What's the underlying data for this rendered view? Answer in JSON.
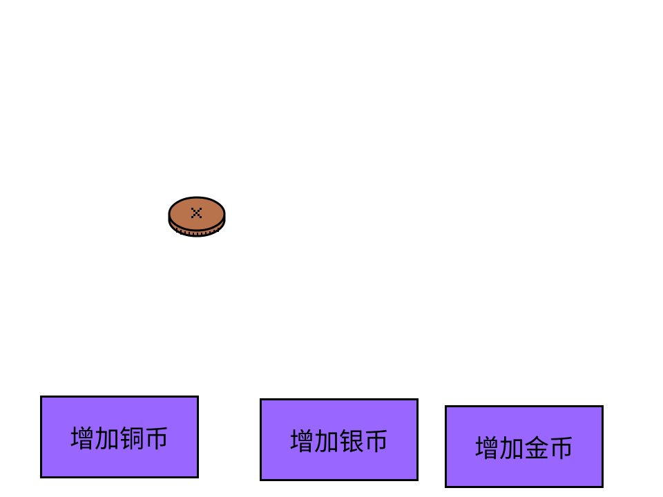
{
  "colors": {
    "button_fill": "#9966ff",
    "coin_face": "#b8734c",
    "coin_edge": "#8a4a24"
  },
  "coin": {
    "icon": "copper-coin-icon",
    "mark": "x-mark"
  },
  "buttons": {
    "add_copper": {
      "label": "增加铜币"
    },
    "add_silver": {
      "label": "增加银币"
    },
    "add_gold": {
      "label": "增加金币"
    }
  }
}
